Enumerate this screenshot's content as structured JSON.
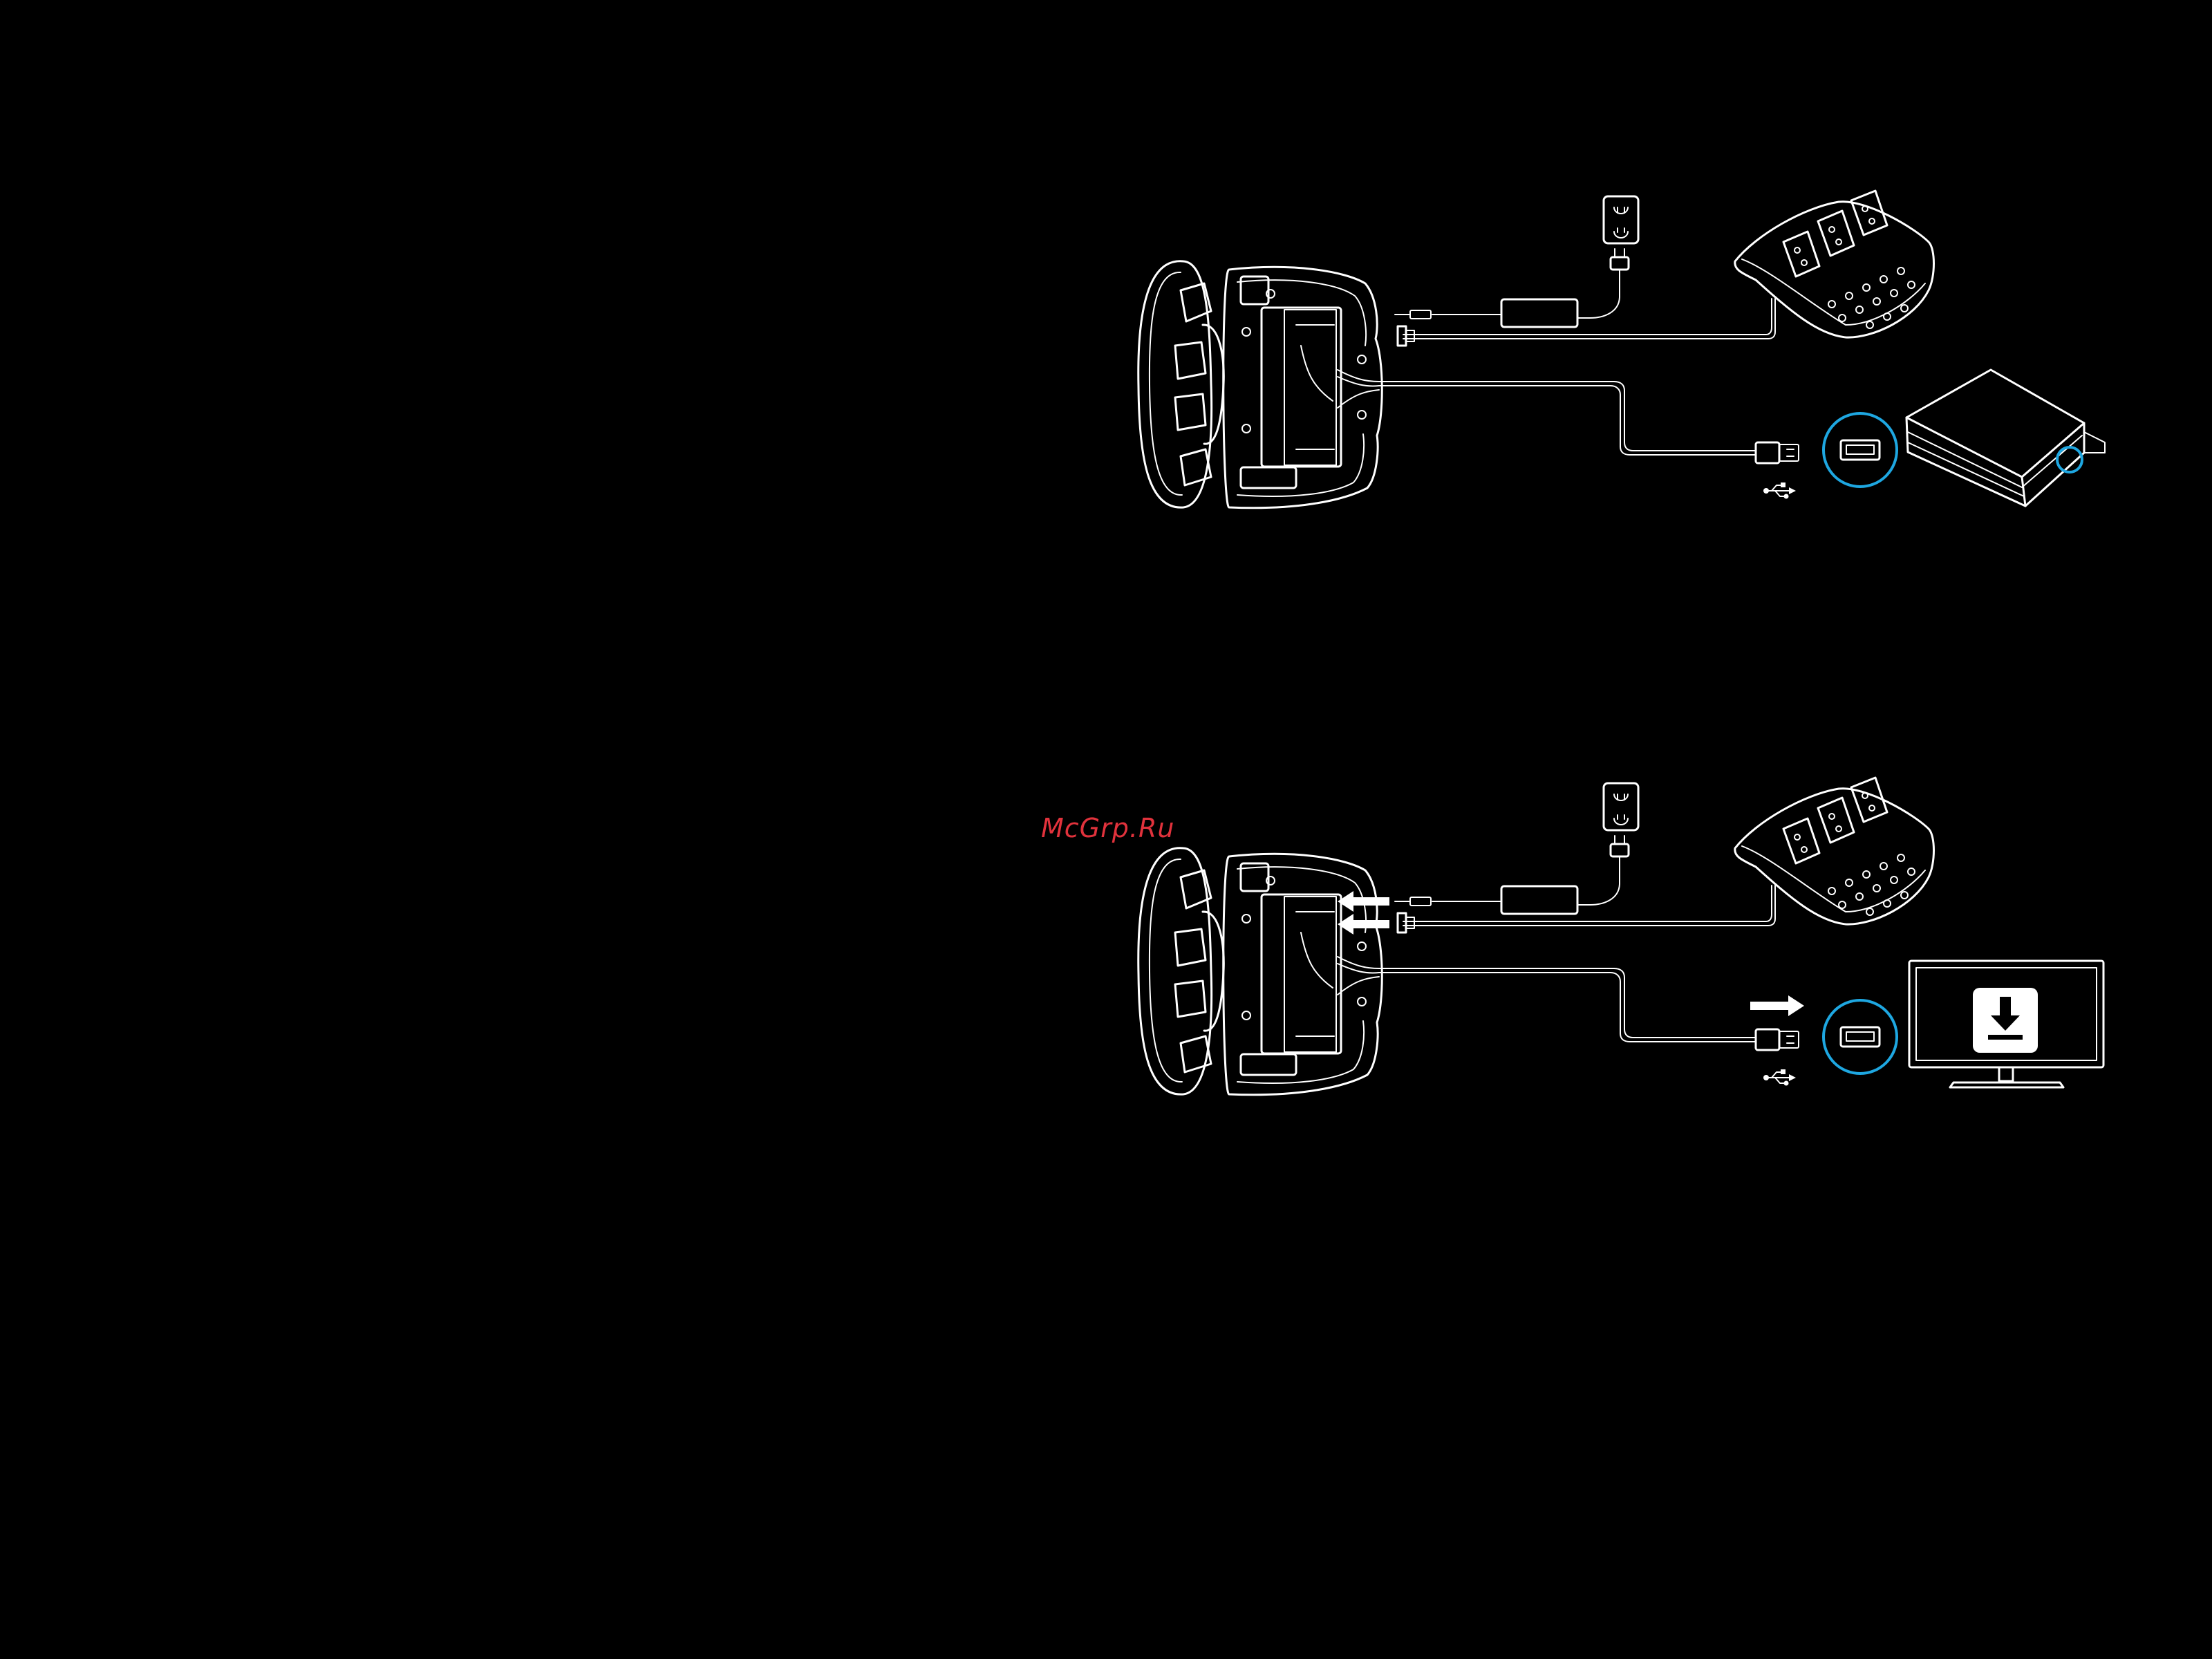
{
  "watermark": "McGrp.Ru",
  "colors": {
    "background": "#000000",
    "line_art": "#ffffff",
    "highlight": "#1ea7e1",
    "watermark": "#e1323c"
  },
  "panels": [
    {
      "id": "console-setup",
      "items": [
        "wheel-rear-view",
        "power-outlet",
        "power-adapter",
        "pedals",
        "usb-cable",
        "usb-symbol-icon",
        "usb-port-callout",
        "game-console"
      ]
    },
    {
      "id": "pc-setup",
      "items": [
        "wheel-rear-view",
        "power-outlet",
        "power-adapter",
        "pedals",
        "connection-arrows",
        "usb-cable",
        "usb-symbol-icon",
        "usb-port-callout",
        "pc-monitor",
        "download-icon"
      ]
    }
  ]
}
